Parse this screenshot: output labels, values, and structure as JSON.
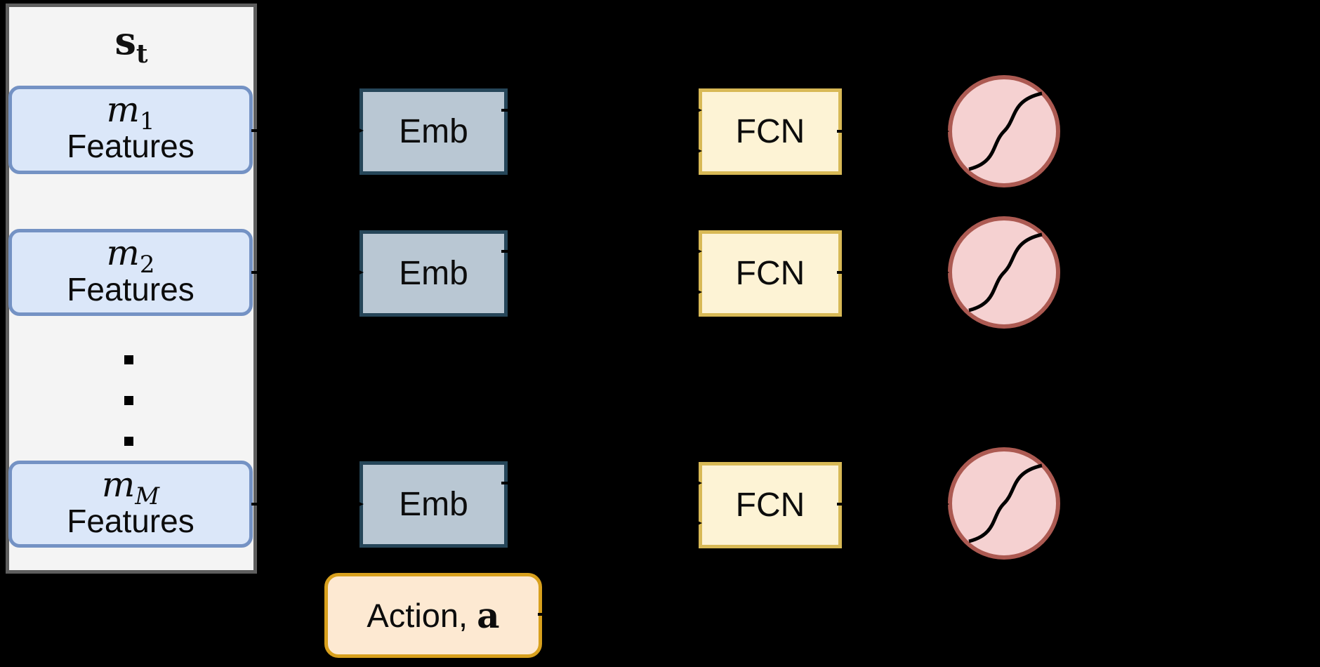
{
  "state_panel": {
    "title": {
      "base": "s",
      "sub": "t"
    },
    "feature_boxes": [
      {
        "base": "m",
        "sub": "1",
        "label": "Features"
      },
      {
        "base": "m",
        "sub": "2",
        "label": "Features"
      },
      {
        "base": "m",
        "sub": "M",
        "label": "Features"
      }
    ],
    "ellipsis_dot_count": 3
  },
  "embedding_boxes": [
    {
      "label": "Emb"
    },
    {
      "label": "Emb"
    },
    {
      "label": "Emb"
    }
  ],
  "fcn_boxes": [
    {
      "label": "FCN"
    },
    {
      "label": "FCN"
    },
    {
      "label": "FCN"
    }
  ],
  "activation_nodes": [
    {
      "icon": "sigmoid-curve-icon"
    },
    {
      "icon": "sigmoid-curve-icon"
    },
    {
      "icon": "sigmoid-curve-icon"
    }
  ],
  "action_box": {
    "prefix": "Action, ",
    "symbol": "a"
  },
  "colors": {
    "background": "#000000",
    "panel_bg": "#f4f4f4",
    "panel_border": "#5e5e5e",
    "feature_fill": "#dbe7f9",
    "feature_border": "#7492c4",
    "emb_fill": "#b9c7d3",
    "emb_border": "#264659",
    "fcn_fill": "#fdf3d5",
    "fcn_border": "#d8b956",
    "node_fill": "#f5d1d1",
    "node_border": "#ac5a52",
    "action_fill": "#fde9d2",
    "action_border": "#d8a01d",
    "arrow": "#000000"
  }
}
